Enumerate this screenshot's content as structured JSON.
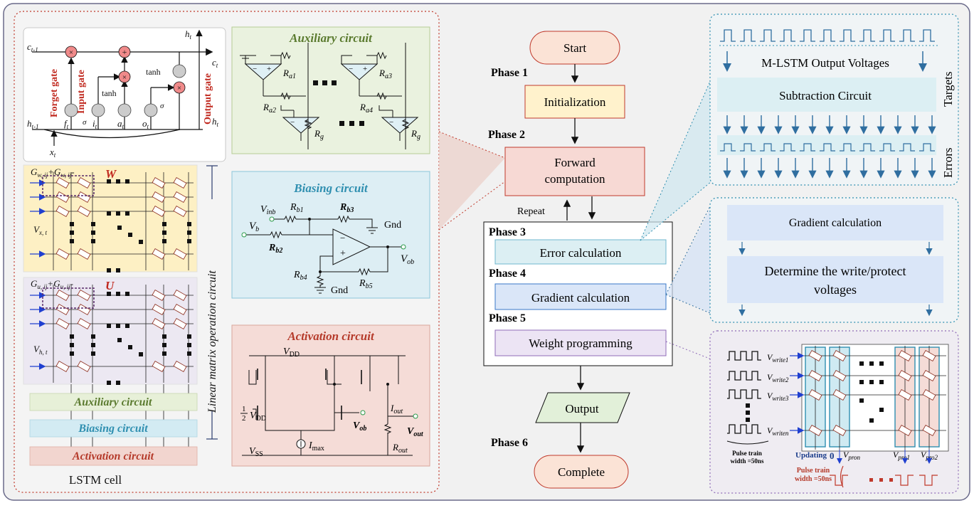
{
  "lstm_cell": {
    "caption": "LSTM cell",
    "side_label": "Linear matrix operation circuit",
    "gates": {
      "forget": "Forget gate",
      "input": "Input gate",
      "output": "Output gate",
      "tanh": "tanh",
      "sigma": "σ",
      "c_prev": "c",
      "c_prev_sub": "t-1",
      "c_t": "c",
      "c_t_sub": "t",
      "h_t": "h",
      "h_t_sub": "t",
      "h_prev": "h",
      "h_prev_sub": "t-1",
      "x_t": "x",
      "x_t_sub": "t",
      "f_t": "f",
      "i_t": "i",
      "a_t": "a",
      "o_t": "o",
      "t_sub": "t"
    },
    "w_array": {
      "title": "W",
      "label": "G",
      "label_sub_plus": "w, ij",
      "label_sub_minus": "w, ij",
      "label_plus": "+",
      "label_minus": "-",
      "input_label": "V",
      "input_sub": "x, t"
    },
    "u_array": {
      "title": "U",
      "label": "G",
      "label_sub_plus": "u, ij",
      "label_sub_minus": "u, ij",
      "label_plus": "+",
      "label_minus": "-",
      "input_label": "V",
      "input_sub": "h, t"
    },
    "blocks": [
      "Auxiliary circuit",
      "Biasing circuit",
      "Activation circuit"
    ]
  },
  "auxiliary": {
    "title": "Auxiliary circuit",
    "ra1": "R",
    "ra1_sub": "a1",
    "ra2": "R",
    "ra2_sub": "a2",
    "ra3": "R",
    "ra3_sub": "a3",
    "ra4": "R",
    "ra4_sub": "a4",
    "rg": "R",
    "rg_sub": "g"
  },
  "biasing": {
    "title": "Biasing circuit",
    "vinb": "V",
    "vinb_sub": "inb",
    "vb": "V",
    "vb_sub": "b",
    "rb1": "R",
    "rb1_sub": "b1",
    "rb2": "R",
    "rb2_sub": "b2",
    "rb3": "R",
    "rb3_sub": "b3",
    "rb4": "R",
    "rb4_sub": "b4",
    "rb5": "R",
    "rb5_sub": "b5",
    "gnd": "Gnd",
    "vob": "V",
    "vob_sub": "ob"
  },
  "activation": {
    "title": "Activation circuit",
    "vdd": "V",
    "vdd_sub": "DD",
    "half": "1",
    "half_den": "2",
    "vss": "V",
    "vss_sub": "SS",
    "imax": "I",
    "imax_sub": "max",
    "vob": "V",
    "vob_sub": "ob",
    "iout": "I",
    "iout_sub": "out",
    "vout": "V",
    "vout_sub": "out",
    "rout": "R",
    "rout_sub": "out"
  },
  "flow": {
    "start": "Start",
    "phase1": "Phase 1",
    "init": "Initialization",
    "phase2": "Phase 2",
    "forward1": "Forward",
    "forward2": "computation",
    "repeat": "Repeat",
    "phase3": "Phase 3",
    "error": "Error calculation",
    "phase4": "Phase 4",
    "gradient": "Gradient calculation",
    "phase5": "Phase 5",
    "weight": "Weight programming",
    "output": "Output",
    "phase6": "Phase 6",
    "complete": "Complete"
  },
  "error_panel": {
    "voltages": "M-LSTM Output Voltages",
    "subtraction": "Subtraction Circuit",
    "targets": "Targets",
    "errors": "Errors"
  },
  "gradient_panel": {
    "title": "Gradient calculation",
    "determine1": "Determine the write/protect",
    "determine2": "voltages"
  },
  "weight_panel": {
    "vwrite": "V",
    "vwrite1_sub": "write1",
    "vwrite2_sub": "write2",
    "vwrite3_sub": "write3",
    "vwriten_sub": "writen",
    "pulse1": "Pulse train",
    "pulse2": "width =50ns",
    "updating": "Updating",
    "zero": "0",
    "vpro": "V",
    "vpron_sub": "pron",
    "vpro1_sub": "pro1",
    "vpro2_sub": "pro2",
    "pulse_red1": "Pulse train",
    "pulse_red2": "width =50ns"
  },
  "colors": {
    "start_fill": "#fbe3d6",
    "init_fill": "#fff2cc",
    "forward_fill": "#f7d9d4",
    "error_fill": "#dceff3",
    "gradient_fill": "#dae6f8",
    "weight_fill": "#ece4f4",
    "output_fill": "#e2f0d9",
    "aux_fill": "#eaf2df",
    "bias_fill": "#ddeef4",
    "act_fill": "#f5dcd7",
    "w_fill": "#fdf0c4",
    "u_fill": "#ece8f2",
    "title_green": "#5a7a2e",
    "title_blue": "#2f8fb0",
    "title_red": "#b53a2a"
  }
}
